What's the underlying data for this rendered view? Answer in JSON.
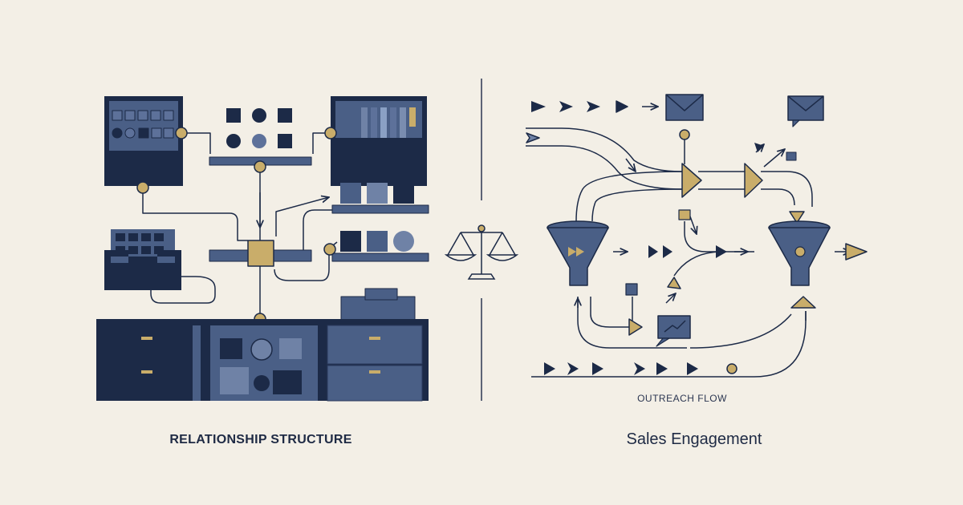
{
  "left_panel": {
    "caption": "RELATIONSHIP STRUCTURE"
  },
  "right_panel": {
    "caption": "Sales Engagement",
    "flow_label": "OUTREACH FLOW"
  },
  "icons": [
    "cabinet-icon",
    "cube-icon",
    "balance-scale-icon",
    "envelope-icon",
    "funnel-icon",
    "chat-chart-icon",
    "arrow-icon",
    "node-icon"
  ],
  "colors": {
    "background": "#f3efe6",
    "navy": "#1c2a47",
    "slate": "#4a5f86",
    "slate_light": "#7a8db0",
    "gold": "#c9ad6a",
    "line": "#2a3550"
  }
}
